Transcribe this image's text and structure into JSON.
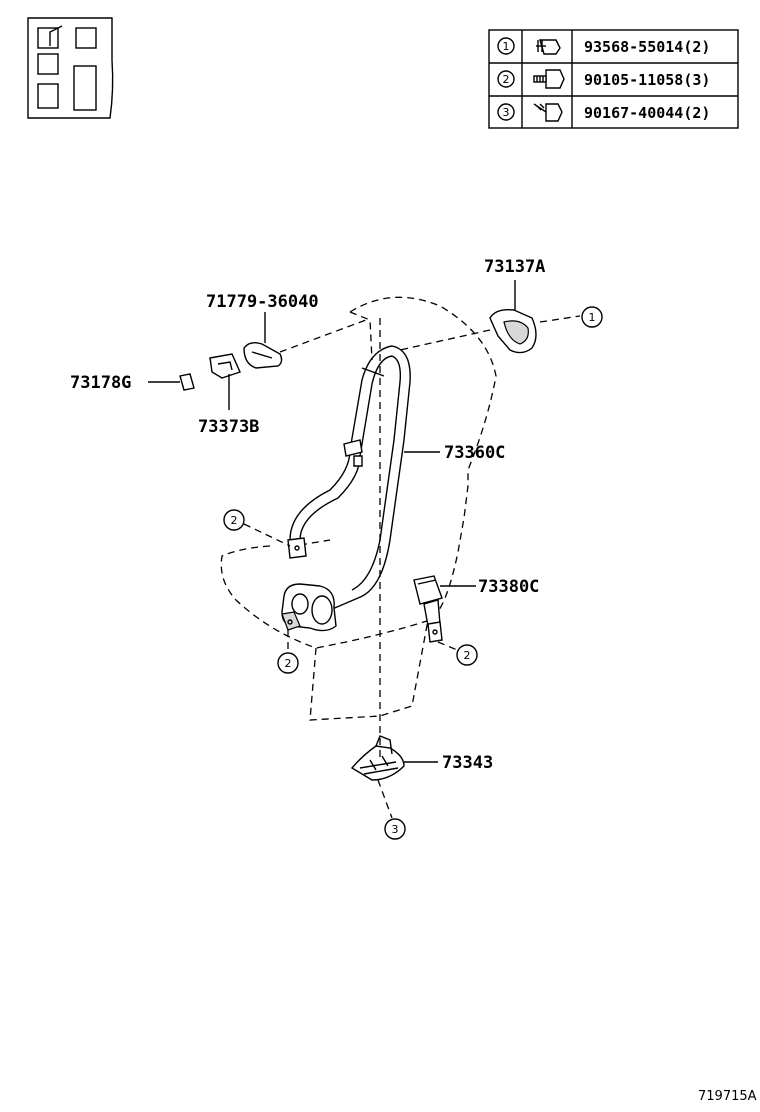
{
  "fastener_table": [
    {
      "callout": "1",
      "icon": "tapping-screw-icon",
      "part_no": "93568-55014(2)"
    },
    {
      "callout": "2",
      "icon": "hex-bolt-icon",
      "part_no": "90105-11058(3)"
    },
    {
      "callout": "3",
      "icon": "flange-screw-icon",
      "part_no": "90167-40044(2)"
    }
  ],
  "parts": {
    "shoulder_anchor_cover": "73137A",
    "shoulder_adjuster_cover": "71779-36040",
    "cap": "73178G",
    "belt_guide": "73373B",
    "seat_belt_assembly": "73360C",
    "buckle": "73380C",
    "bracket": "73343"
  },
  "callouts": {
    "c1": "1",
    "c2a": "2",
    "c2b": "2",
    "c2c": "2",
    "c3": "3"
  },
  "illustration_code": "719715A",
  "colors": {
    "line": "#000000",
    "background": "#ffffff"
  }
}
